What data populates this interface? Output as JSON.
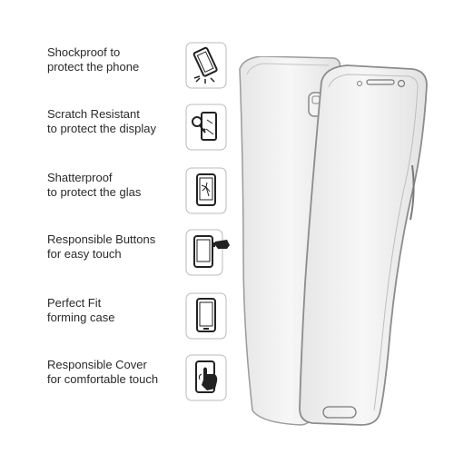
{
  "features": [
    {
      "line1": "Shockproof to",
      "line2": "protect the phone",
      "icon": "phone-shock-icon"
    },
    {
      "line1": "Scratch Resistant",
      "line2": "to protect the display",
      "icon": "phone-scratch-icon"
    },
    {
      "line1": "Shatterproof",
      "line2": "to protect the glas",
      "icon": "phone-shatter-icon"
    },
    {
      "line1": "Responsible Buttons",
      "line2": "for easy touch",
      "icon": "phone-button-touch-icon"
    },
    {
      "line1": "Perfect Fit",
      "line2": "forming case",
      "icon": "phone-fit-icon"
    },
    {
      "line1": "Responsible Cover",
      "line2": "for comfortable touch",
      "icon": "phone-touch-icon"
    }
  ],
  "colors": {
    "text": "#2a2a2a",
    "icon_stroke": "#222222",
    "case_outline": "#9a9a9a"
  }
}
